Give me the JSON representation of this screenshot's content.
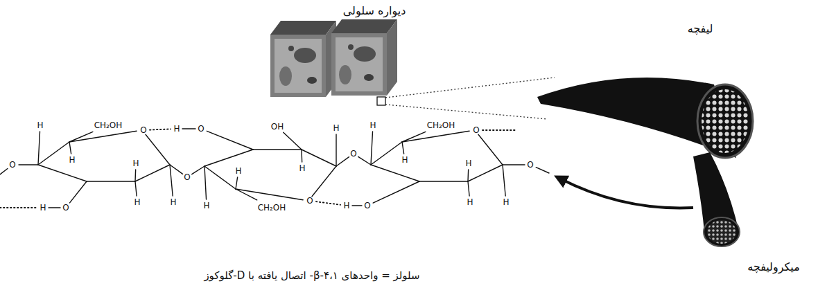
{
  "diagram": {
    "caption": "سلولز = واحدهای β-۴،۱- اتصال یافته با D-گلوکوز",
    "labels": [
      "دیواره سلولی",
      "لیفچه",
      "میکرولیفچه",
      "O",
      "H",
      "CH₂OH",
      "O",
      "H",
      "O",
      "H",
      "H",
      "H",
      "O",
      "H",
      "H",
      "O",
      "H",
      "OH",
      "H",
      "H",
      "H",
      "CH₂OH",
      "O",
      "H",
      "O",
      "O",
      "H",
      "CH₂OH",
      "O",
      "H",
      "H",
      "H",
      "H",
      "O"
    ]
  }
}
